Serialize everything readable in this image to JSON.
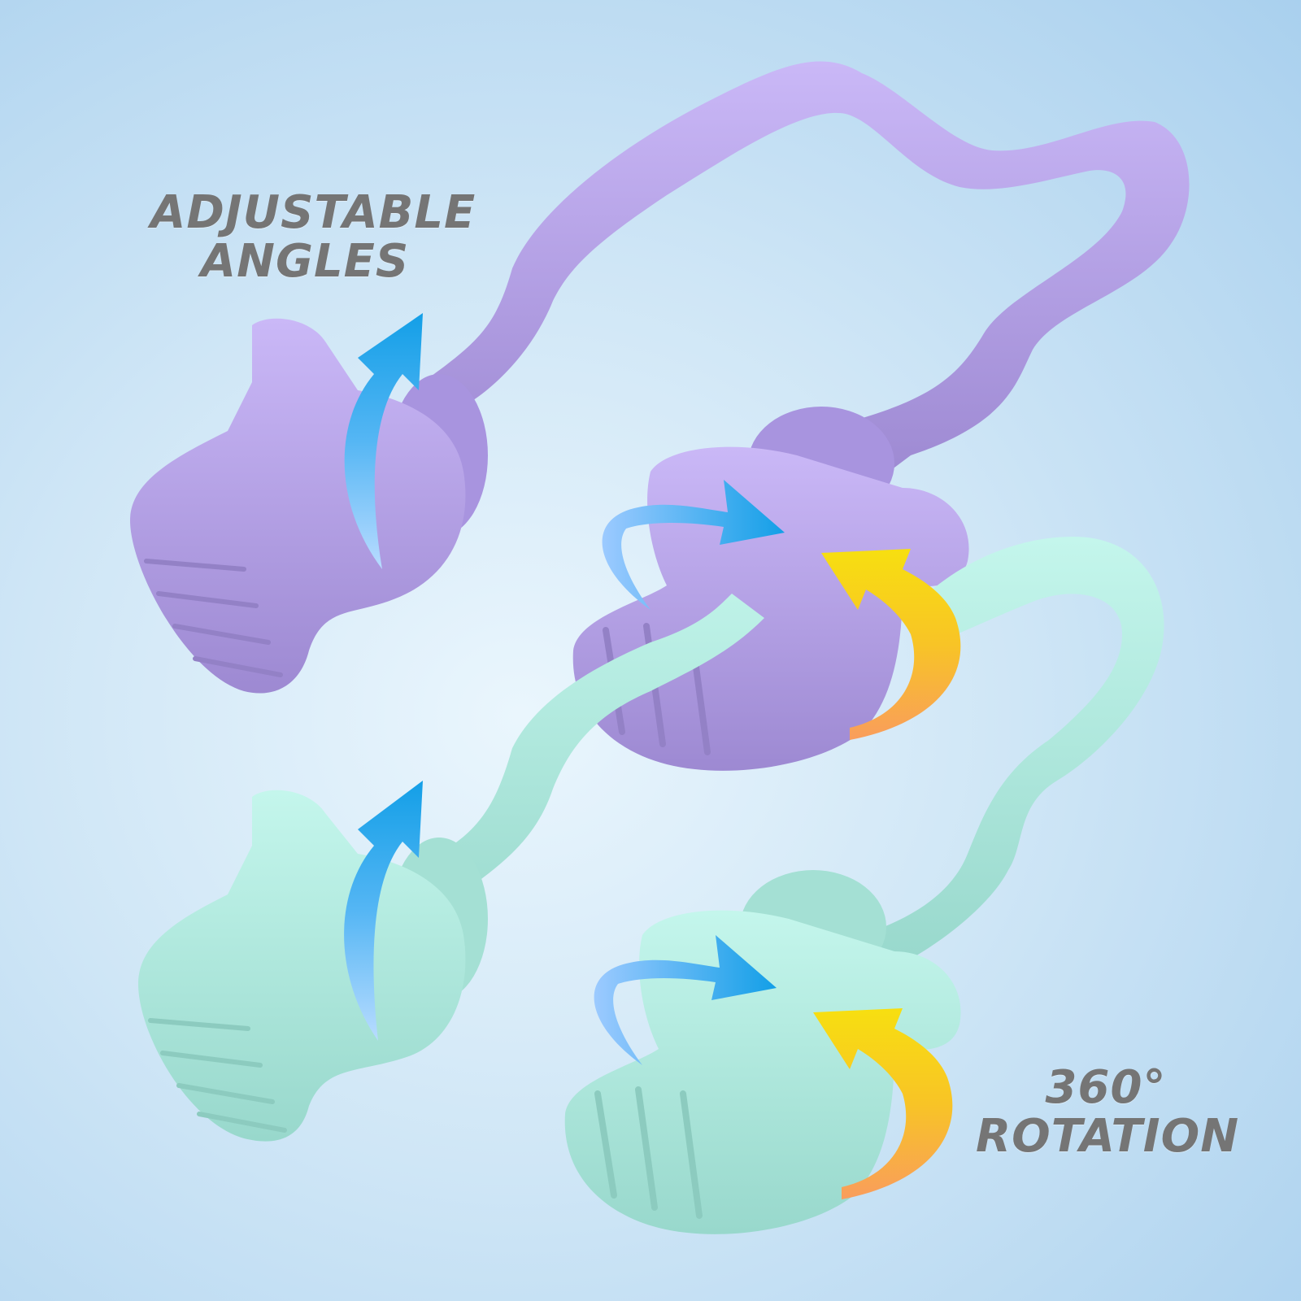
{
  "captions": {
    "adjustable": {
      "line1": "ADJUSTABLE",
      "line2": "ANGLES"
    },
    "rotation": {
      "line1": "360°",
      "line2": "ROTATION"
    }
  },
  "product": {
    "variants": [
      {
        "name": "purple-massager",
        "color": "#b9a5e8",
        "shade": "#9c88cf"
      },
      {
        "name": "mint-massager",
        "color": "#b6eee3",
        "shade": "#92d3c7"
      }
    ]
  },
  "colors": {
    "caption_text": "#757575",
    "arrow_blue": "#1fa5ea",
    "arrow_yellow": "#f6d21a",
    "arrow_orange": "#f79a54"
  },
  "icons": [
    "adjust-angle-arrow-icon",
    "rotation-arrow-icon"
  ]
}
